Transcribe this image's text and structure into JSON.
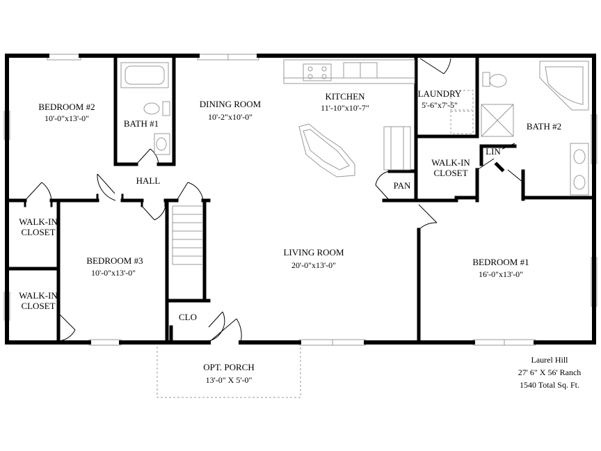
{
  "rooms": {
    "bedroom2": {
      "name": "BEDROOM #2",
      "dims": "10'-0\"x13'-0\""
    },
    "bath1": {
      "name": "BATH #1"
    },
    "dining": {
      "name": "DINING ROOM",
      "dims": "10'-2\"x10'-0\""
    },
    "kitchen": {
      "name": "KITCHEN",
      "dims": "11'-10\"x10'-7\""
    },
    "laundry": {
      "name": "LAUNDRY",
      "dims": "5'-6\"x7'-5\""
    },
    "bath2": {
      "name": "BATH #2"
    },
    "lin": {
      "name": "LIN"
    },
    "walkin_master_1": {
      "name": "WALK-IN"
    },
    "walkin_master_2": {
      "name": "CLOSET"
    },
    "pan": {
      "name": "PAN"
    },
    "hall": {
      "name": "HALL"
    },
    "walkin_a_1": {
      "name": "WALK-IN"
    },
    "walkin_a_2": {
      "name": "CLOSET"
    },
    "walkin_b_1": {
      "name": "WALK-IN"
    },
    "walkin_b_2": {
      "name": "CLOSET"
    },
    "bedroom3": {
      "name": "BEDROOM #3",
      "dims": "10'-0\"x13'-0\""
    },
    "living": {
      "name": "LIVING ROOM",
      "dims": "20'-0\"x13'-0\""
    },
    "bedroom1": {
      "name": "BEDROOM #1",
      "dims": "16'-0\"x13'-0\""
    },
    "clo": {
      "name": "CLO"
    },
    "porch": {
      "name": "OPT. PORCH",
      "dims": "13'-0\" X 5'-0\""
    }
  },
  "caption": {
    "model": "Laurel Hill",
    "size": "27' 6\" X 56' Ranch",
    "area": "1540 Total Sq. Ft."
  }
}
